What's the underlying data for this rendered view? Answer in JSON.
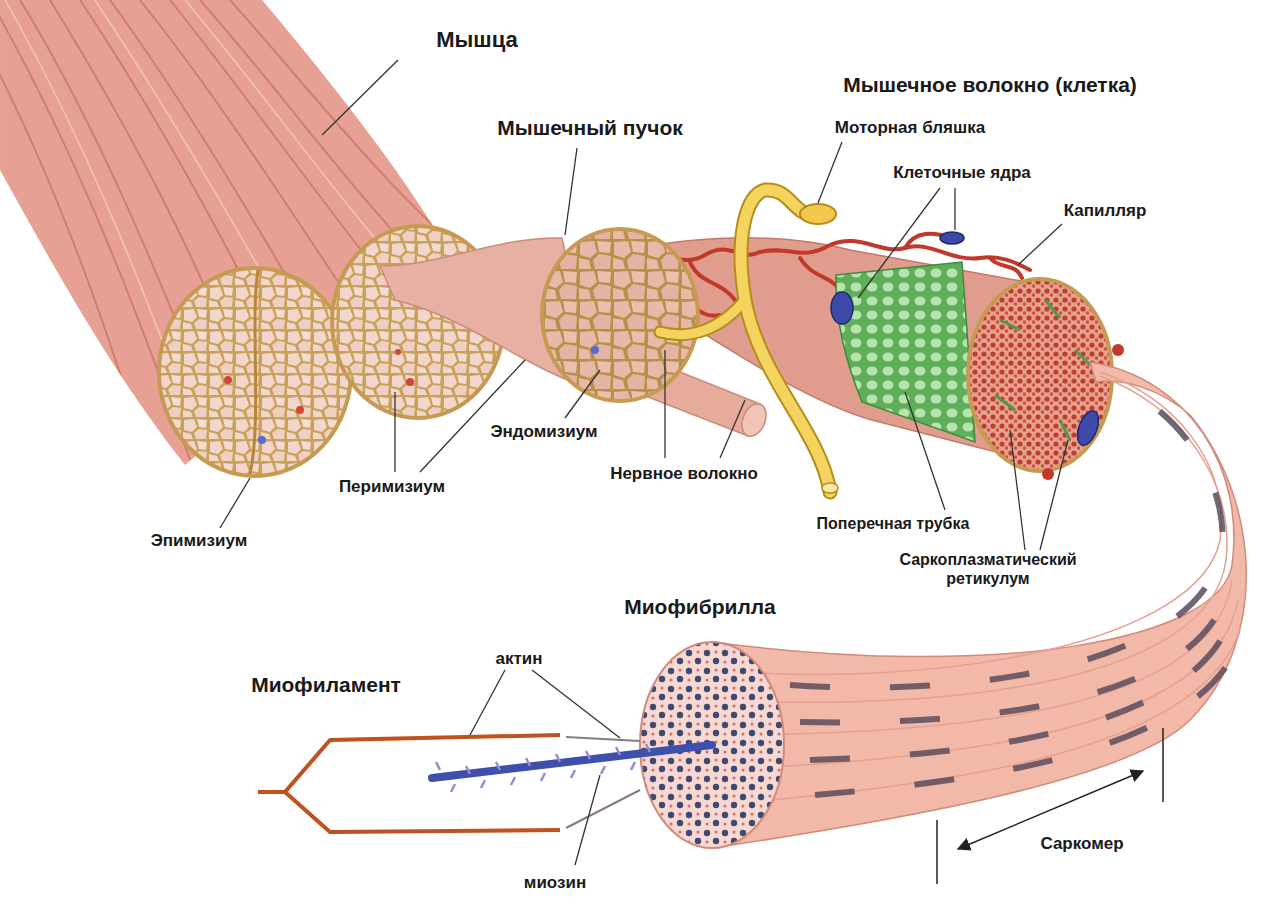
{
  "diagram": {
    "labels": [
      "Мышца",
      "Мышечный пучок",
      "Мышечное волокно (клетка)",
      "Моторная бляшка",
      "Клеточные ядра",
      "Капилляр",
      "Эндомизиум",
      "Перимизиум",
      "Эпимизиум",
      "Нервное волокно",
      "Поперечная трубка",
      "Саркоплазматический ретикулум",
      "Миофибрилла",
      "актин",
      "Миофиламент",
      "миозин",
      "Саркомер"
    ]
  }
}
